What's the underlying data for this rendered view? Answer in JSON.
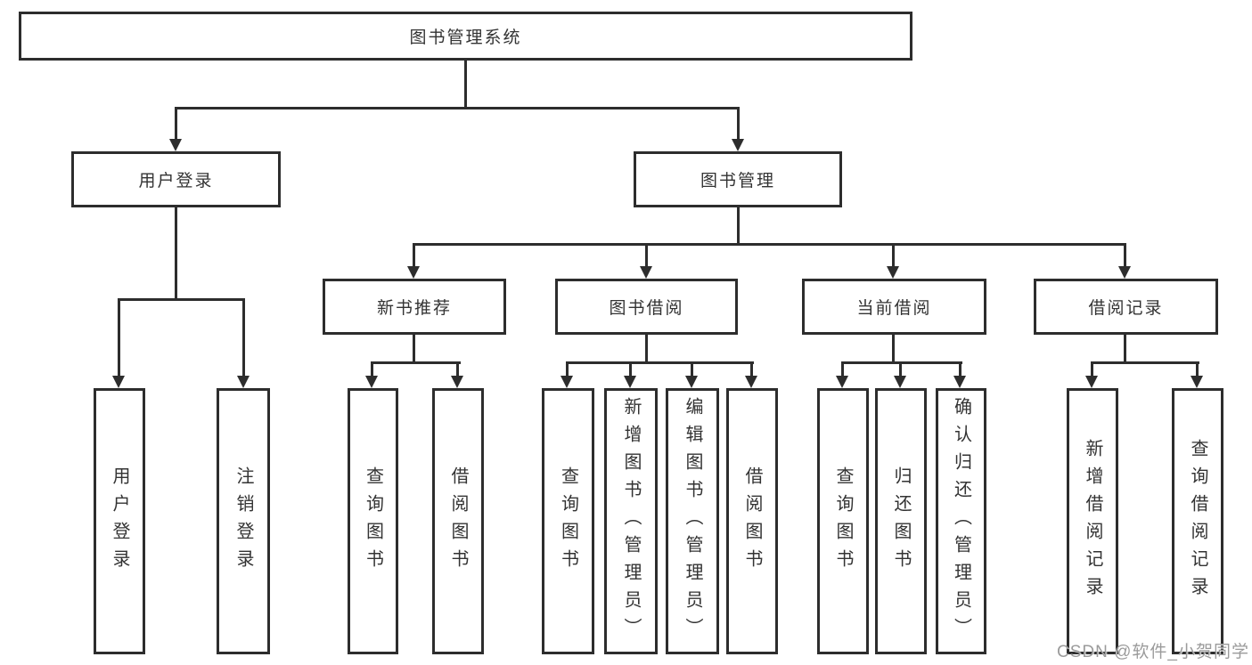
{
  "colors": {
    "background": "#ffffff",
    "line": "#2d2d2d",
    "text": "#333333",
    "watermark": "#9b9b9b"
  },
  "diagram": {
    "root": {
      "label": "图书管理系统"
    },
    "level1": {
      "user_login": {
        "label": "用户登录"
      },
      "book_mgmt": {
        "label": "图书管理"
      }
    },
    "level2": {
      "new_book_rec": {
        "label": "新书推荐"
      },
      "book_borrow": {
        "label": "图书借阅"
      },
      "current_borrow": {
        "label": "当前借阅"
      },
      "borrow_record": {
        "label": "借阅记录"
      }
    },
    "leaves": {
      "user_login": {
        "label": "用户登录"
      },
      "logout": {
        "label": "注销登录"
      },
      "rec_query_book": {
        "label": "查询图书"
      },
      "rec_borrow_book": {
        "label": "借阅图书"
      },
      "borrow_query_book": {
        "label": "查询图书"
      },
      "borrow_add_book": {
        "label": "新增图书（管理员）"
      },
      "borrow_edit_book": {
        "label": "编辑图书（管理员）"
      },
      "borrow_borrow_book": {
        "label": "借阅图书"
      },
      "current_query_book": {
        "label": "查询图书"
      },
      "current_return_book": {
        "label": "归还图书"
      },
      "current_confirm_return": {
        "label": "确认归还（管理员）"
      },
      "record_add": {
        "label": "新增借阅记录"
      },
      "record_query": {
        "label": "查询借阅记录"
      }
    }
  },
  "watermark": {
    "text": "CSDN @软件_小贺同学"
  }
}
